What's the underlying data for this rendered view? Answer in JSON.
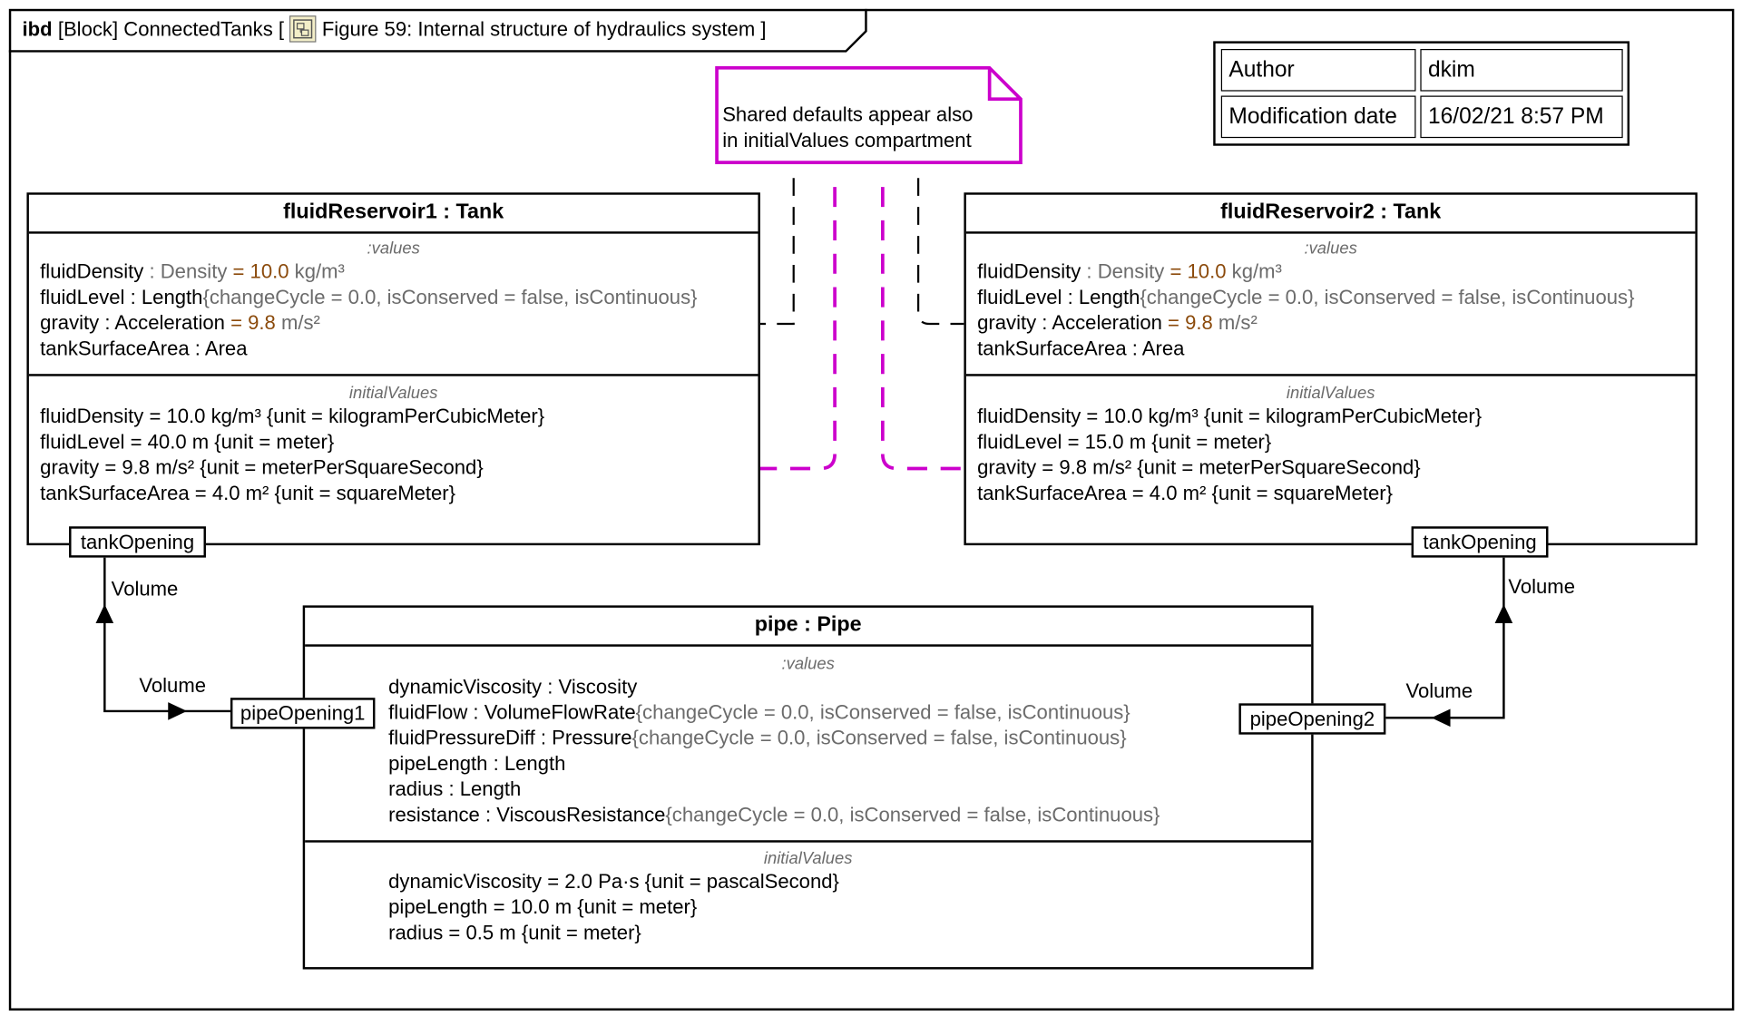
{
  "frame": {
    "kind": "ibd",
    "stereotype": "[Block]",
    "block_name": "ConnectedTanks",
    "bracket_open": "[",
    "diagram_name": "Figure 59: Internal structure of hydraulics system",
    "bracket_close": "]"
  },
  "meta": {
    "author_label": "Author",
    "author_value": "dkim",
    "date_label": "Modification date",
    "date_value": "16/02/21 8:57 PM"
  },
  "note": {
    "line1": "Shared defaults appear also",
    "line2": "in initialValues compartment",
    "color": "#cc00cc"
  },
  "tank1": {
    "title": "fluidReservoir1 : Tank",
    "values_label": ":values",
    "values": [
      {
        "name": "fluidDensity",
        "sep": " : ",
        "type": "Density",
        "eq": " = ",
        "val": "10.0",
        "unit": " kg/m³"
      },
      {
        "name": "fluidLevel",
        "sep": " : ",
        "type": "Length",
        "rest": "{changeCycle = 0.0, isConserved = false, isContinuous}"
      },
      {
        "name": "gravity",
        "sep": " : ",
        "type": "Acceleration",
        "eq": " = ",
        "val": "9.8",
        "unit": " m/s²"
      },
      {
        "name": "tankSurfaceArea",
        "sep": " : ",
        "type": "Area"
      }
    ],
    "init_label": "initialValues",
    "init": [
      "fluidDensity = 10.0 kg/m³ {unit = kilogramPerCubicMeter}",
      "fluidLevel = 40.0 m {unit = meter}",
      "gravity = 9.8 m/s² {unit = meterPerSquareSecond}",
      "tankSurfaceArea = 4.0 m² {unit = squareMeter}"
    ],
    "port": "tankOpening"
  },
  "tank2": {
    "title": "fluidReservoir2 : Tank",
    "values_label": ":values",
    "values": [
      {
        "name": "fluidDensity",
        "sep": " : ",
        "type": "Density",
        "eq": " = ",
        "val": "10.0",
        "unit": " kg/m³"
      },
      {
        "name": "fluidLevel",
        "sep": " : ",
        "type": "Length",
        "rest": "{changeCycle = 0.0, isConserved = false, isContinuous}"
      },
      {
        "name": "gravity",
        "sep": " : ",
        "type": "Acceleration",
        "eq": " = ",
        "val": "9.8",
        "unit": " m/s²"
      },
      {
        "name": "tankSurfaceArea",
        "sep": " : ",
        "type": "Area"
      }
    ],
    "init_label": "initialValues",
    "init": [
      "fluidDensity = 10.0 kg/m³ {unit = kilogramPerCubicMeter}",
      "fluidLevel = 15.0 m {unit = meter}",
      "gravity = 9.8 m/s² {unit = meterPerSquareSecond}",
      "tankSurfaceArea = 4.0 m² {unit = squareMeter}"
    ],
    "port": "tankOpening"
  },
  "pipe": {
    "title": "pipe : Pipe",
    "values_label": ":values",
    "values": [
      {
        "name": "dynamicViscosity",
        "sep": " : ",
        "type": "Viscosity"
      },
      {
        "name": "fluidFlow",
        "sep": " : ",
        "type": "VolumeFlowRate",
        "rest": "{changeCycle = 0.0, isConserved = false, isContinuous}"
      },
      {
        "name": "fluidPressureDiff",
        "sep": " : ",
        "type": "Pressure",
        "rest": "{changeCycle = 0.0, isConserved = false, isContinuous}"
      },
      {
        "name": "pipeLength",
        "sep": " : ",
        "type": "Length"
      },
      {
        "name": "radius",
        "sep": " : ",
        "type": "Length"
      },
      {
        "name": "resistance",
        "sep": " : ",
        "type": "ViscousResistance",
        "rest": "{changeCycle = 0.0, isConserved = false, isContinuous}"
      }
    ],
    "init_label": "initialValues",
    "init": [
      "dynamicViscosity = 2.0 Pa·s {unit = pascalSecond}",
      "pipeLength = 10.0 m {unit = meter}",
      "radius = 0.5 m {unit = meter}"
    ],
    "port1": "pipeOpening1",
    "port2": "pipeOpening2"
  },
  "flows": {
    "left_upper": "Volume",
    "left_lower": "Volume",
    "right_upper": "Volume",
    "right_lower": "Volume"
  },
  "colors": {
    "default_value": "#8b4a0b",
    "type_text": "#6b6b6b",
    "note_anchor": "#cc00cc"
  }
}
